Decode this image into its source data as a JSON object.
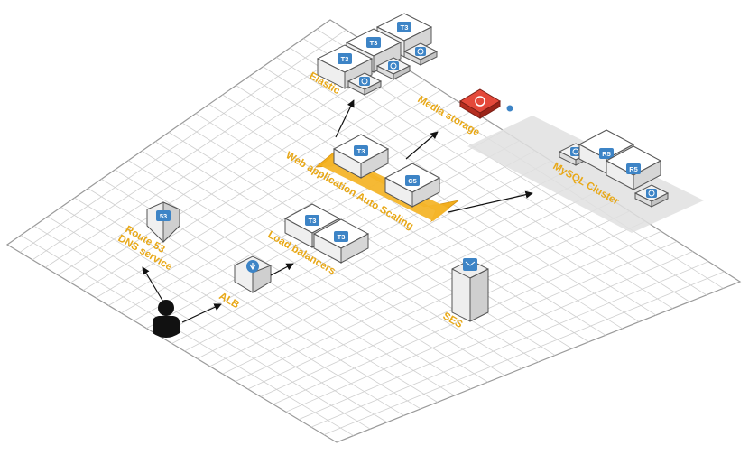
{
  "labels": {
    "elastic": "Elastic",
    "media_storage": "Media storage",
    "web_app_auto_scaling": "Web application Auto Scaling",
    "mysql_cluster": "MySQL Cluster",
    "route53": "Route 53",
    "dns_service": "DNS service",
    "load_balancers": "Load balancers",
    "alb": "ALB",
    "ses": "SES"
  },
  "badges": {
    "t3": "T3",
    "c5": "C5",
    "r5": "R5",
    "s3": "53"
  },
  "colors": {
    "label": "#e8a817",
    "arrow_band": "#f2ae1c",
    "badge": "#3d84c6",
    "storage_red": "#d93a2b",
    "grid": "#c9c9c9",
    "cluster_shade": "#dcdcdc"
  },
  "icons": {
    "user": "user-icon",
    "route53": "route53-shield-icon",
    "alb": "load-balancer-icon",
    "ses": "ses-mail-icon",
    "storage": "media-storage-icon"
  }
}
